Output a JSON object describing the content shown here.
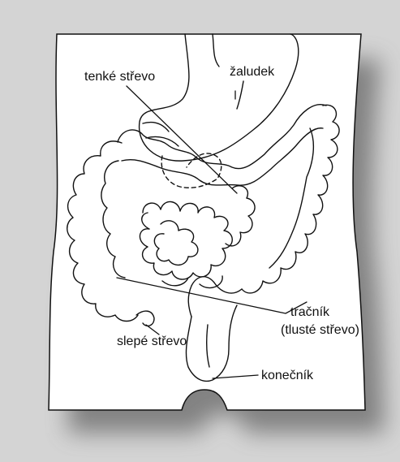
{
  "labels": {
    "stomach": "žaludek",
    "small_intestine": "tenké střevo",
    "colon": "tračník",
    "colon_sub": "(tlusté střevo)",
    "cecum": "slepé střevo",
    "rectum": "konečník"
  },
  "colors": {
    "background": "#d4d4d4",
    "torso_fill": "#ffffff",
    "line": "#111111"
  }
}
